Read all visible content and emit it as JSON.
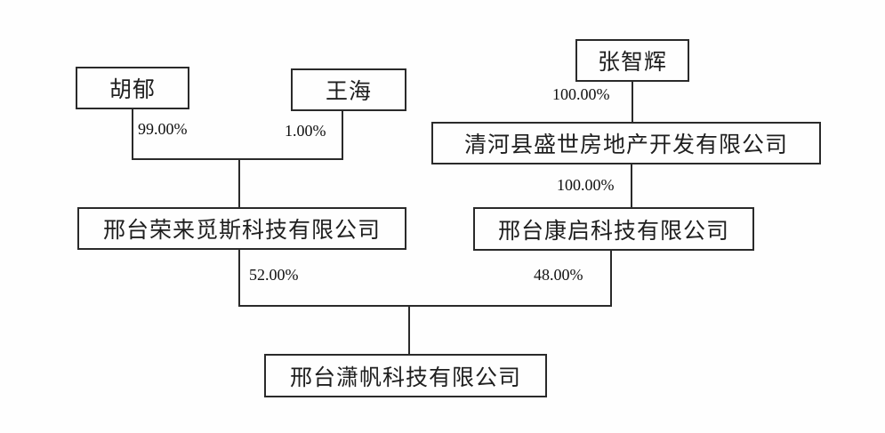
{
  "diagram": {
    "type": "ownership-structure",
    "nodes": [
      {
        "id": "huyu",
        "label": "胡郁",
        "kind": "person"
      },
      {
        "id": "wanghai",
        "label": "王海",
        "kind": "person"
      },
      {
        "id": "zhangzhihui",
        "label": "张智辉",
        "kind": "person"
      },
      {
        "id": "qinghe",
        "label": "清河县盛世房地产开发有限公司",
        "kind": "company"
      },
      {
        "id": "ronglai",
        "label": "邢台荣来觅斯科技有限公司",
        "kind": "company"
      },
      {
        "id": "kangqi",
        "label": "邢台康启科技有限公司",
        "kind": "company"
      },
      {
        "id": "xiaofan",
        "label": "邢台潇帆科技有限公司",
        "kind": "company"
      }
    ],
    "edges": [
      {
        "from": "胡郁",
        "to": "邢台荣来觅斯科技有限公司",
        "pct": "99.00%"
      },
      {
        "from": "王海",
        "to": "邢台荣来觅斯科技有限公司",
        "pct": "1.00%"
      },
      {
        "from": "张智辉",
        "to": "清河县盛世房地产开发有限公司",
        "pct": "100.00%"
      },
      {
        "from": "清河县盛世房地产开发有限公司",
        "to": "邢台康启科技有限公司",
        "pct": "100.00%"
      },
      {
        "from": "邢台荣来觅斯科技有限公司",
        "to": "邢台潇帆科技有限公司",
        "pct": "52.00%"
      },
      {
        "from": "邢台康启科技有限公司",
        "to": "邢台潇帆科技有限公司",
        "pct": "48.00%"
      }
    ],
    "colors": {
      "line": "#2a2a2a",
      "text": "#1a1a1a",
      "background": "#fefefe"
    }
  }
}
